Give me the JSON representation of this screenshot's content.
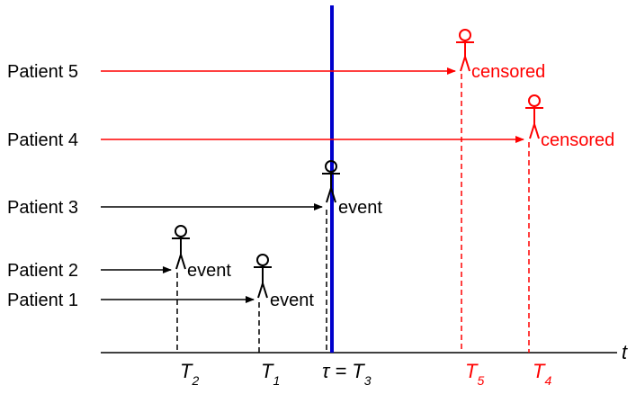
{
  "colors": {
    "event": "#000000",
    "censored": "#ff0000",
    "cutoff": "#0000cc",
    "axis": "#000000"
  },
  "patients": [
    {
      "label": "Patient 5",
      "outcome": "censored",
      "outcome_label": "censored",
      "time_label": "T",
      "time_sub": "5"
    },
    {
      "label": "Patient 4",
      "outcome": "censored",
      "outcome_label": "censored",
      "time_label": "T",
      "time_sub": "4"
    },
    {
      "label": "Patient 3",
      "outcome": "event",
      "outcome_label": "event",
      "time_label": "τ = T",
      "time_sub": "3"
    },
    {
      "label": "Patient 2",
      "outcome": "event",
      "outcome_label": "event",
      "time_label": "T",
      "time_sub": "2"
    },
    {
      "label": "Patient 1",
      "outcome": "event",
      "outcome_label": "event",
      "time_label": "T",
      "time_sub": "1"
    }
  ],
  "axis_label": "t",
  "icons": {
    "person": "stick-figure-icon"
  }
}
